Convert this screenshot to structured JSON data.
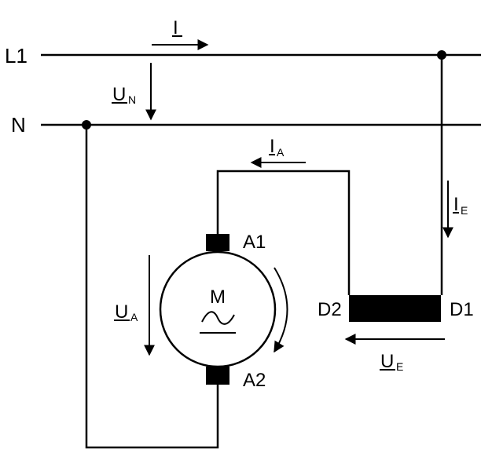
{
  "lines": {
    "l1_label": "L1",
    "n_label": "N"
  },
  "motor": {
    "symbol": "M",
    "ac_symbol": "~",
    "terminal_a1": "A1",
    "terminal_a2": "A2",
    "rotation_icon": "rotation-arrow-icon"
  },
  "field_winding": {
    "terminal_d1": "D1",
    "terminal_d2": "D2"
  },
  "quantities": {
    "i_main": "I",
    "u_n_main": "U",
    "u_n_sub": "N",
    "i_a_main": "I",
    "i_a_sub": "A",
    "i_e_main": "I",
    "i_e_sub": "E",
    "u_a_main": "U",
    "u_a_sub": "A",
    "u_e_main": "U",
    "u_e_sub": "E"
  },
  "colors": {
    "ink": "#000000",
    "background": "#ffffff"
  }
}
